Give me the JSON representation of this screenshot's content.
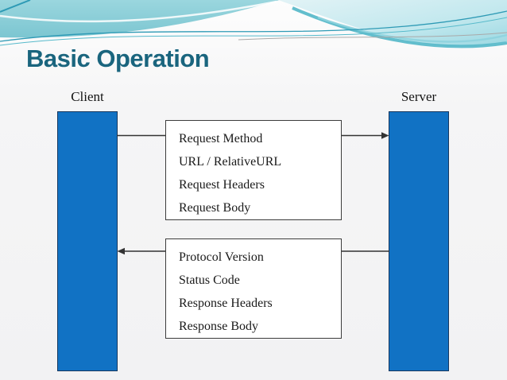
{
  "slide": {
    "title": "Basic Operation"
  },
  "diagram": {
    "client_label": "Client",
    "server_label": "Server",
    "request_box": {
      "lines": [
        "Request Method",
        "URL / RelativeURL",
        "Request Headers",
        "Request Body"
      ]
    },
    "response_box": {
      "lines": [
        "Protocol Version",
        "Status Code",
        "Response Headers",
        "Response Body"
      ]
    },
    "request_arrow_direction": "client-to-server",
    "response_arrow_direction": "server-to-client"
  },
  "colors": {
    "title_text": "#1a657e",
    "node_fill": "#1172c4",
    "node_border": "#17375e",
    "box_border": "#3c3c3c",
    "arrow": "#333333",
    "band_cyan": "#84cbd4",
    "band_pale": "#d9f0f4",
    "band_teal_sweep": "#52b7c8",
    "background": "#f3f3f4"
  }
}
